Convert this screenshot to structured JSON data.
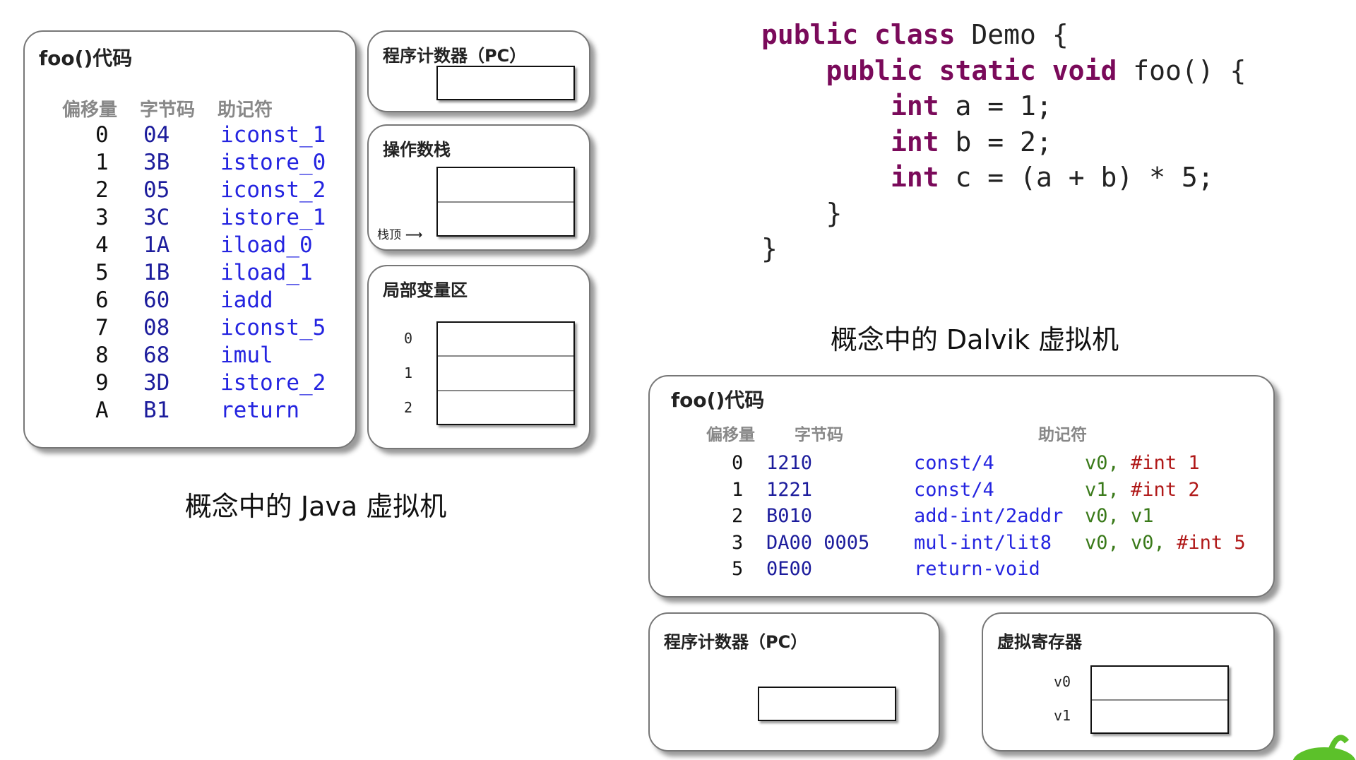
{
  "jvm": {
    "code_panel": {
      "title": "foo()代码",
      "headers": [
        "偏移量",
        "字节码",
        "助记符"
      ],
      "rows": [
        {
          "offset": "0",
          "bytecode": "04",
          "mnemonic": "iconst_1"
        },
        {
          "offset": "1",
          "bytecode": "3B",
          "mnemonic": "istore_0"
        },
        {
          "offset": "2",
          "bytecode": "05",
          "mnemonic": "iconst_2"
        },
        {
          "offset": "3",
          "bytecode": "3C",
          "mnemonic": "istore_1"
        },
        {
          "offset": "4",
          "bytecode": "1A",
          "mnemonic": "iload_0"
        },
        {
          "offset": "5",
          "bytecode": "1B",
          "mnemonic": "iload_1"
        },
        {
          "offset": "6",
          "bytecode": "60",
          "mnemonic": "iadd"
        },
        {
          "offset": "7",
          "bytecode": "08",
          "mnemonic": "iconst_5"
        },
        {
          "offset": "8",
          "bytecode": "68",
          "mnemonic": "imul"
        },
        {
          "offset": "9",
          "bytecode": "3D",
          "mnemonic": "istore_2"
        },
        {
          "offset": "A",
          "bytecode": "B1",
          "mnemonic": "return"
        }
      ]
    },
    "pc_panel": {
      "title": "程序计数器（PC）"
    },
    "stack_panel": {
      "title": "操作数栈",
      "top_label": "栈顶"
    },
    "locals_panel": {
      "title": "局部变量区",
      "slots": [
        "0",
        "1",
        "2"
      ]
    },
    "caption": "概念中的 Java 虚拟机"
  },
  "source_code": {
    "lines": [
      {
        "kw": "public class",
        "rest": " Demo {"
      },
      {
        "indent": "    ",
        "kw": "public static void",
        "rest": " foo() {"
      },
      {
        "indent": "        ",
        "kw": "int",
        "rest": " a = 1;"
      },
      {
        "indent": "        ",
        "kw": "int",
        "rest": " b = 2;"
      },
      {
        "indent": "        ",
        "kw": "int",
        "rest": " c = (a + b) * 5;"
      },
      {
        "indent": "    ",
        "kw": "",
        "rest": "}"
      },
      {
        "indent": "",
        "kw": "",
        "rest": "}"
      }
    ]
  },
  "dalvik": {
    "caption": "概念中的 Dalvik 虚拟机",
    "code_panel": {
      "title": "foo()代码",
      "headers": [
        "偏移量",
        "字节码",
        "助记符"
      ],
      "rows": [
        {
          "offset": "0",
          "bytecode": "1210",
          "mnemonic": "const/4",
          "regs": "v0,",
          "lit": "#int 1"
        },
        {
          "offset": "1",
          "bytecode": "1221",
          "mnemonic": "const/4",
          "regs": "v1,",
          "lit": "#int 2"
        },
        {
          "offset": "2",
          "bytecode": "B010",
          "mnemonic": "add-int/2addr",
          "regs": "v0, v1",
          "lit": ""
        },
        {
          "offset": "3",
          "bytecode": "DA00 0005",
          "mnemonic": "mul-int/lit8",
          "regs": "v0, v0,",
          "lit": "#int 5"
        },
        {
          "offset": "5",
          "bytecode": "0E00",
          "mnemonic": "return-void",
          "regs": "",
          "lit": ""
        }
      ]
    },
    "pc_panel": {
      "title": "程序计数器（PC）"
    },
    "registers_panel": {
      "title": "虚拟寄存器",
      "registers": [
        "v0",
        "v1"
      ]
    }
  },
  "colors": {
    "keyword": "#7a0a5a",
    "bytecode": "#1c1c9c",
    "mnemonic": "#2424e0",
    "register": "#3a7a1a",
    "literal": "#b01818"
  }
}
